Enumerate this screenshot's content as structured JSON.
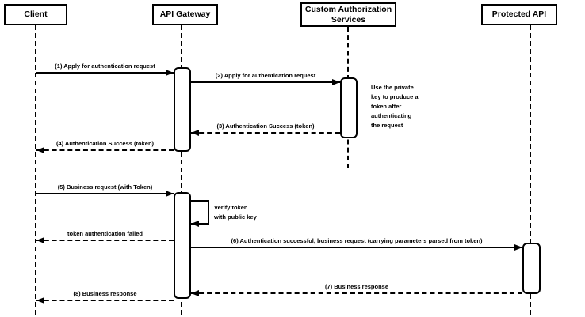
{
  "participants": [
    {
      "label": "Client"
    },
    {
      "label": "API Gateway"
    },
    {
      "label": "Custom Authorization Services"
    },
    {
      "label": "Protected API"
    }
  ],
  "messages": [
    {
      "label": "(1) Apply for authentication request",
      "from": "Client",
      "to": "API Gateway",
      "style": "solid"
    },
    {
      "label": "(2) Apply for authentication request",
      "from": "API Gateway",
      "to": "Custom Authorization Services",
      "style": "solid"
    },
    {
      "label": "(3) Authentication Success (token)",
      "from": "Custom Authorization Services",
      "to": "API Gateway",
      "style": "dashed"
    },
    {
      "label": "(4) Authentication Success (token)",
      "from": "API Gateway",
      "to": "Client",
      "style": "dashed"
    },
    {
      "label": "(5) Business request (with Token)",
      "from": "Client",
      "to": "API Gateway",
      "style": "solid"
    },
    {
      "label": "Verify token\nwith public key",
      "from": "API Gateway",
      "to": "API Gateway",
      "style": "self"
    },
    {
      "label": "token authentication failed",
      "from": "API Gateway",
      "to": "Client",
      "style": "dashed"
    },
    {
      "label": "(6) Authentication successful, business request (carrying parameters parsed from token)",
      "from": "API Gateway",
      "to": "Protected API",
      "style": "solid"
    },
    {
      "label": "(7) Business response",
      "from": "Protected API",
      "to": "API Gateway",
      "style": "dashed"
    },
    {
      "label": "(8) Business response",
      "from": "API Gateway",
      "to": "Client",
      "style": "dashed"
    }
  ],
  "note": {
    "text": "Use the private\nkey to produce a\ntoken after\nauthenticating\nthe request"
  },
  "colors": {
    "line": "#000000",
    "text": "#000000",
    "background": "#ffffff",
    "box_fill": "#ffffff"
  }
}
